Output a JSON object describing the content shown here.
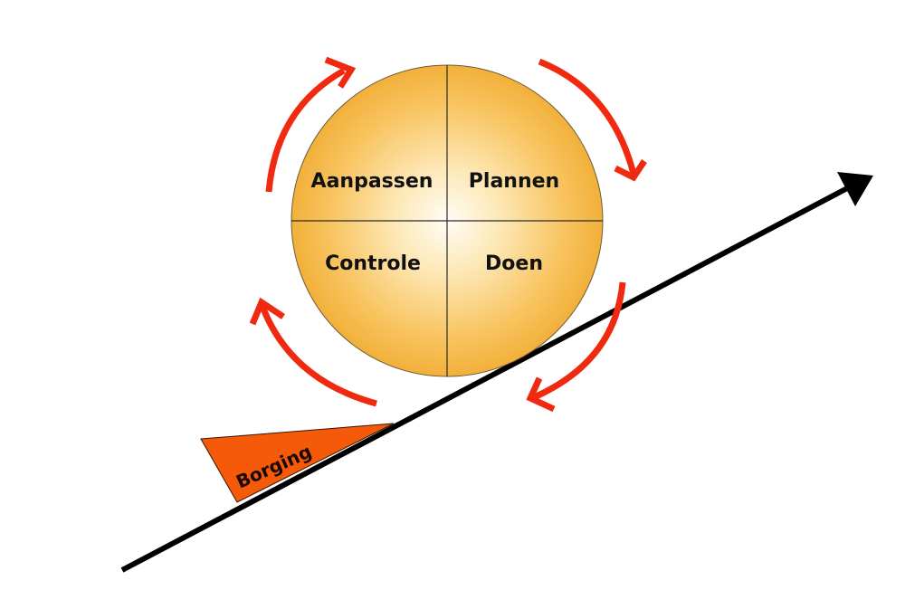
{
  "cycle": {
    "quadrants": {
      "top_left": "Aanpassen",
      "top_right": "Plannen",
      "bottom_left": "Controle",
      "bottom_right": "Doen"
    }
  },
  "wedge": {
    "label": "Borging"
  },
  "colors": {
    "circle_center": "#fffdf6",
    "circle_edge": "#f5b83c",
    "cycle_arrows": "#f02a10",
    "incline": "#000000",
    "wedge": "#f55a0a"
  }
}
